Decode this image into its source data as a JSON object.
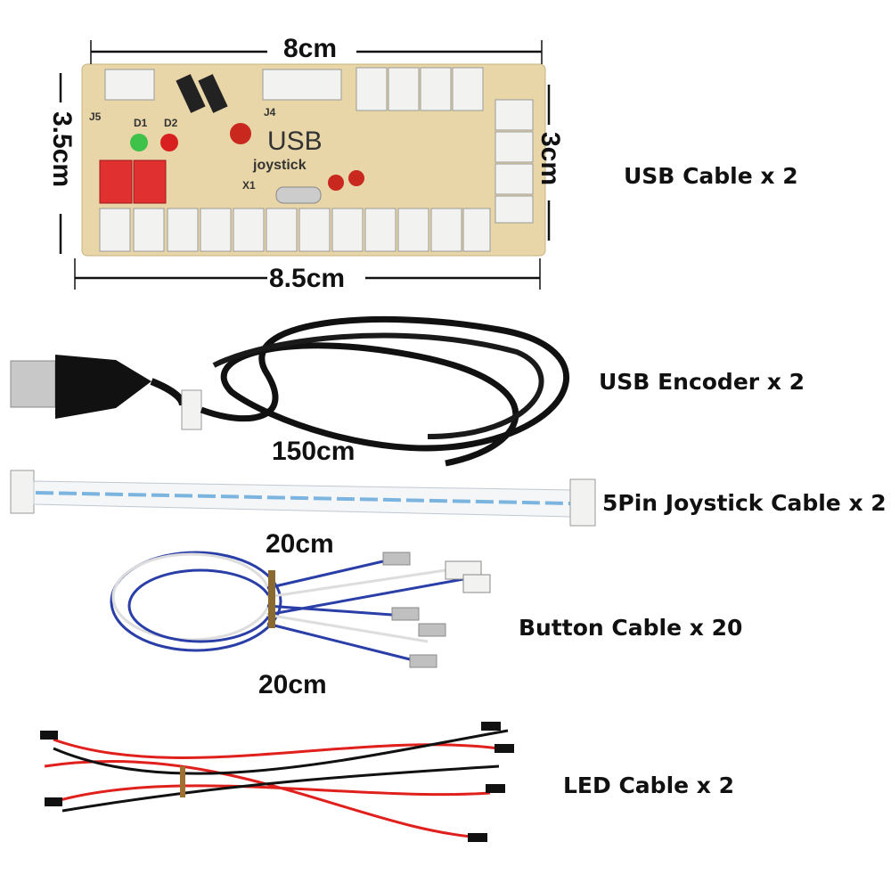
{
  "board": {
    "dim_width_top": "8cm",
    "dim_height_left": "3.5cm",
    "dim_height_right": "3cm",
    "dim_width_bottom": "8.5cm",
    "silkscreen": {
      "title": "USB",
      "subtitle": "joystick",
      "j5": "J5",
      "d1": "D1",
      "d2": "D2",
      "j4": "J4",
      "x1": "X1"
    },
    "label": "USB Cable x 2"
  },
  "usb_cable": {
    "length": "150cm",
    "label": "USB Encoder x 2"
  },
  "joystick_cable": {
    "length": "20cm",
    "label": "5Pin Joystick Cable x 2"
  },
  "button_cable": {
    "length": "20cm",
    "label": "Button Cable x 20"
  },
  "led_cable": {
    "label": "LED Cable x 2"
  },
  "colors": {
    "pcb": "#e8d6a8",
    "connector": "#f2f2f0",
    "red_connector": "#e03030",
    "cable_black": "#111111",
    "wire_blue": "#2a3ea8",
    "wire_red": "#e0201c"
  }
}
